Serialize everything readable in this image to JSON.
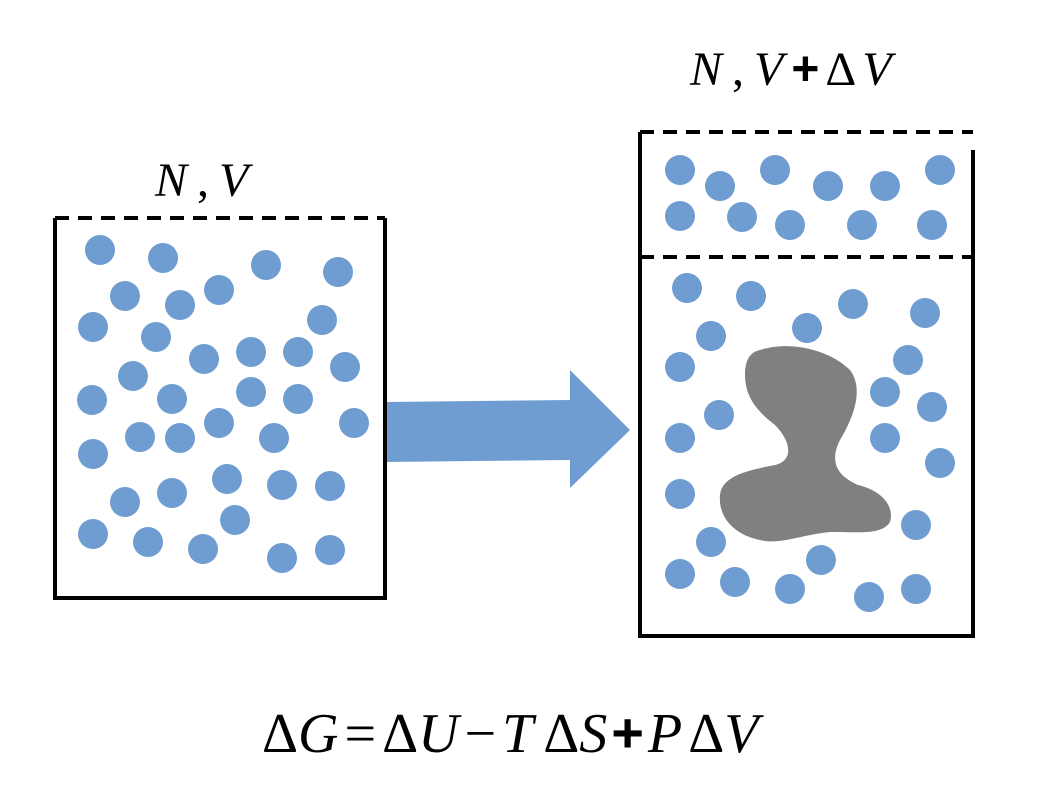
{
  "labels": {
    "left_box": {
      "n": "N",
      "sep": ",",
      "v": "V"
    },
    "right_box": {
      "n": "N",
      "sep": ",",
      "v": "V",
      "plus": "+",
      "delta": "Δ",
      "v2": "V"
    }
  },
  "equation": {
    "d1": "Δ",
    "g": "G",
    "eq": "=",
    "d2": "Δ",
    "u": "U",
    "minus": "−",
    "t": "T",
    "d3": "Δ",
    "s": "S",
    "plus": "+",
    "p": "P",
    "d4": "Δ",
    "v": "V"
  },
  "colors": {
    "particle": "#6f9dd1",
    "solute": "#808080",
    "arrow": "#6f9dd1",
    "outline": "#000000"
  }
}
